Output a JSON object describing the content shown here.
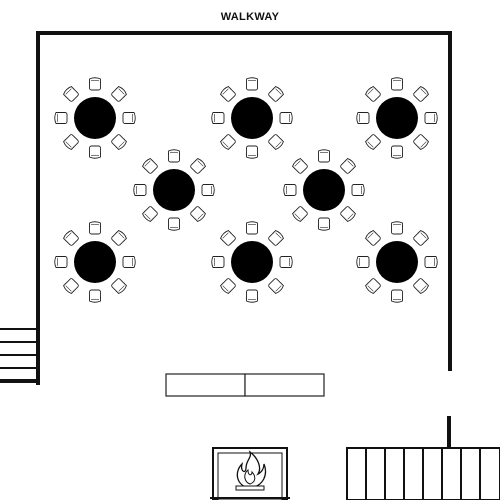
{
  "header": {
    "walkway_label": "WALKWAY"
  },
  "colors": {
    "wall": "#111111",
    "table": "#000000",
    "chair_fill": "#ffffff",
    "chair_stroke": "#222222",
    "background": "#ffffff"
  },
  "floorplan": {
    "table_shape": "round",
    "chairs_per_table": 8,
    "table_count": 8,
    "head_table_segments": 2,
    "features": [
      "walkway",
      "round-tables",
      "head-table",
      "fireplace",
      "left-stairs",
      "right-stairs"
    ],
    "icons": {
      "fireplace": "fireplace-icon",
      "chair": "chair-icon"
    }
  }
}
